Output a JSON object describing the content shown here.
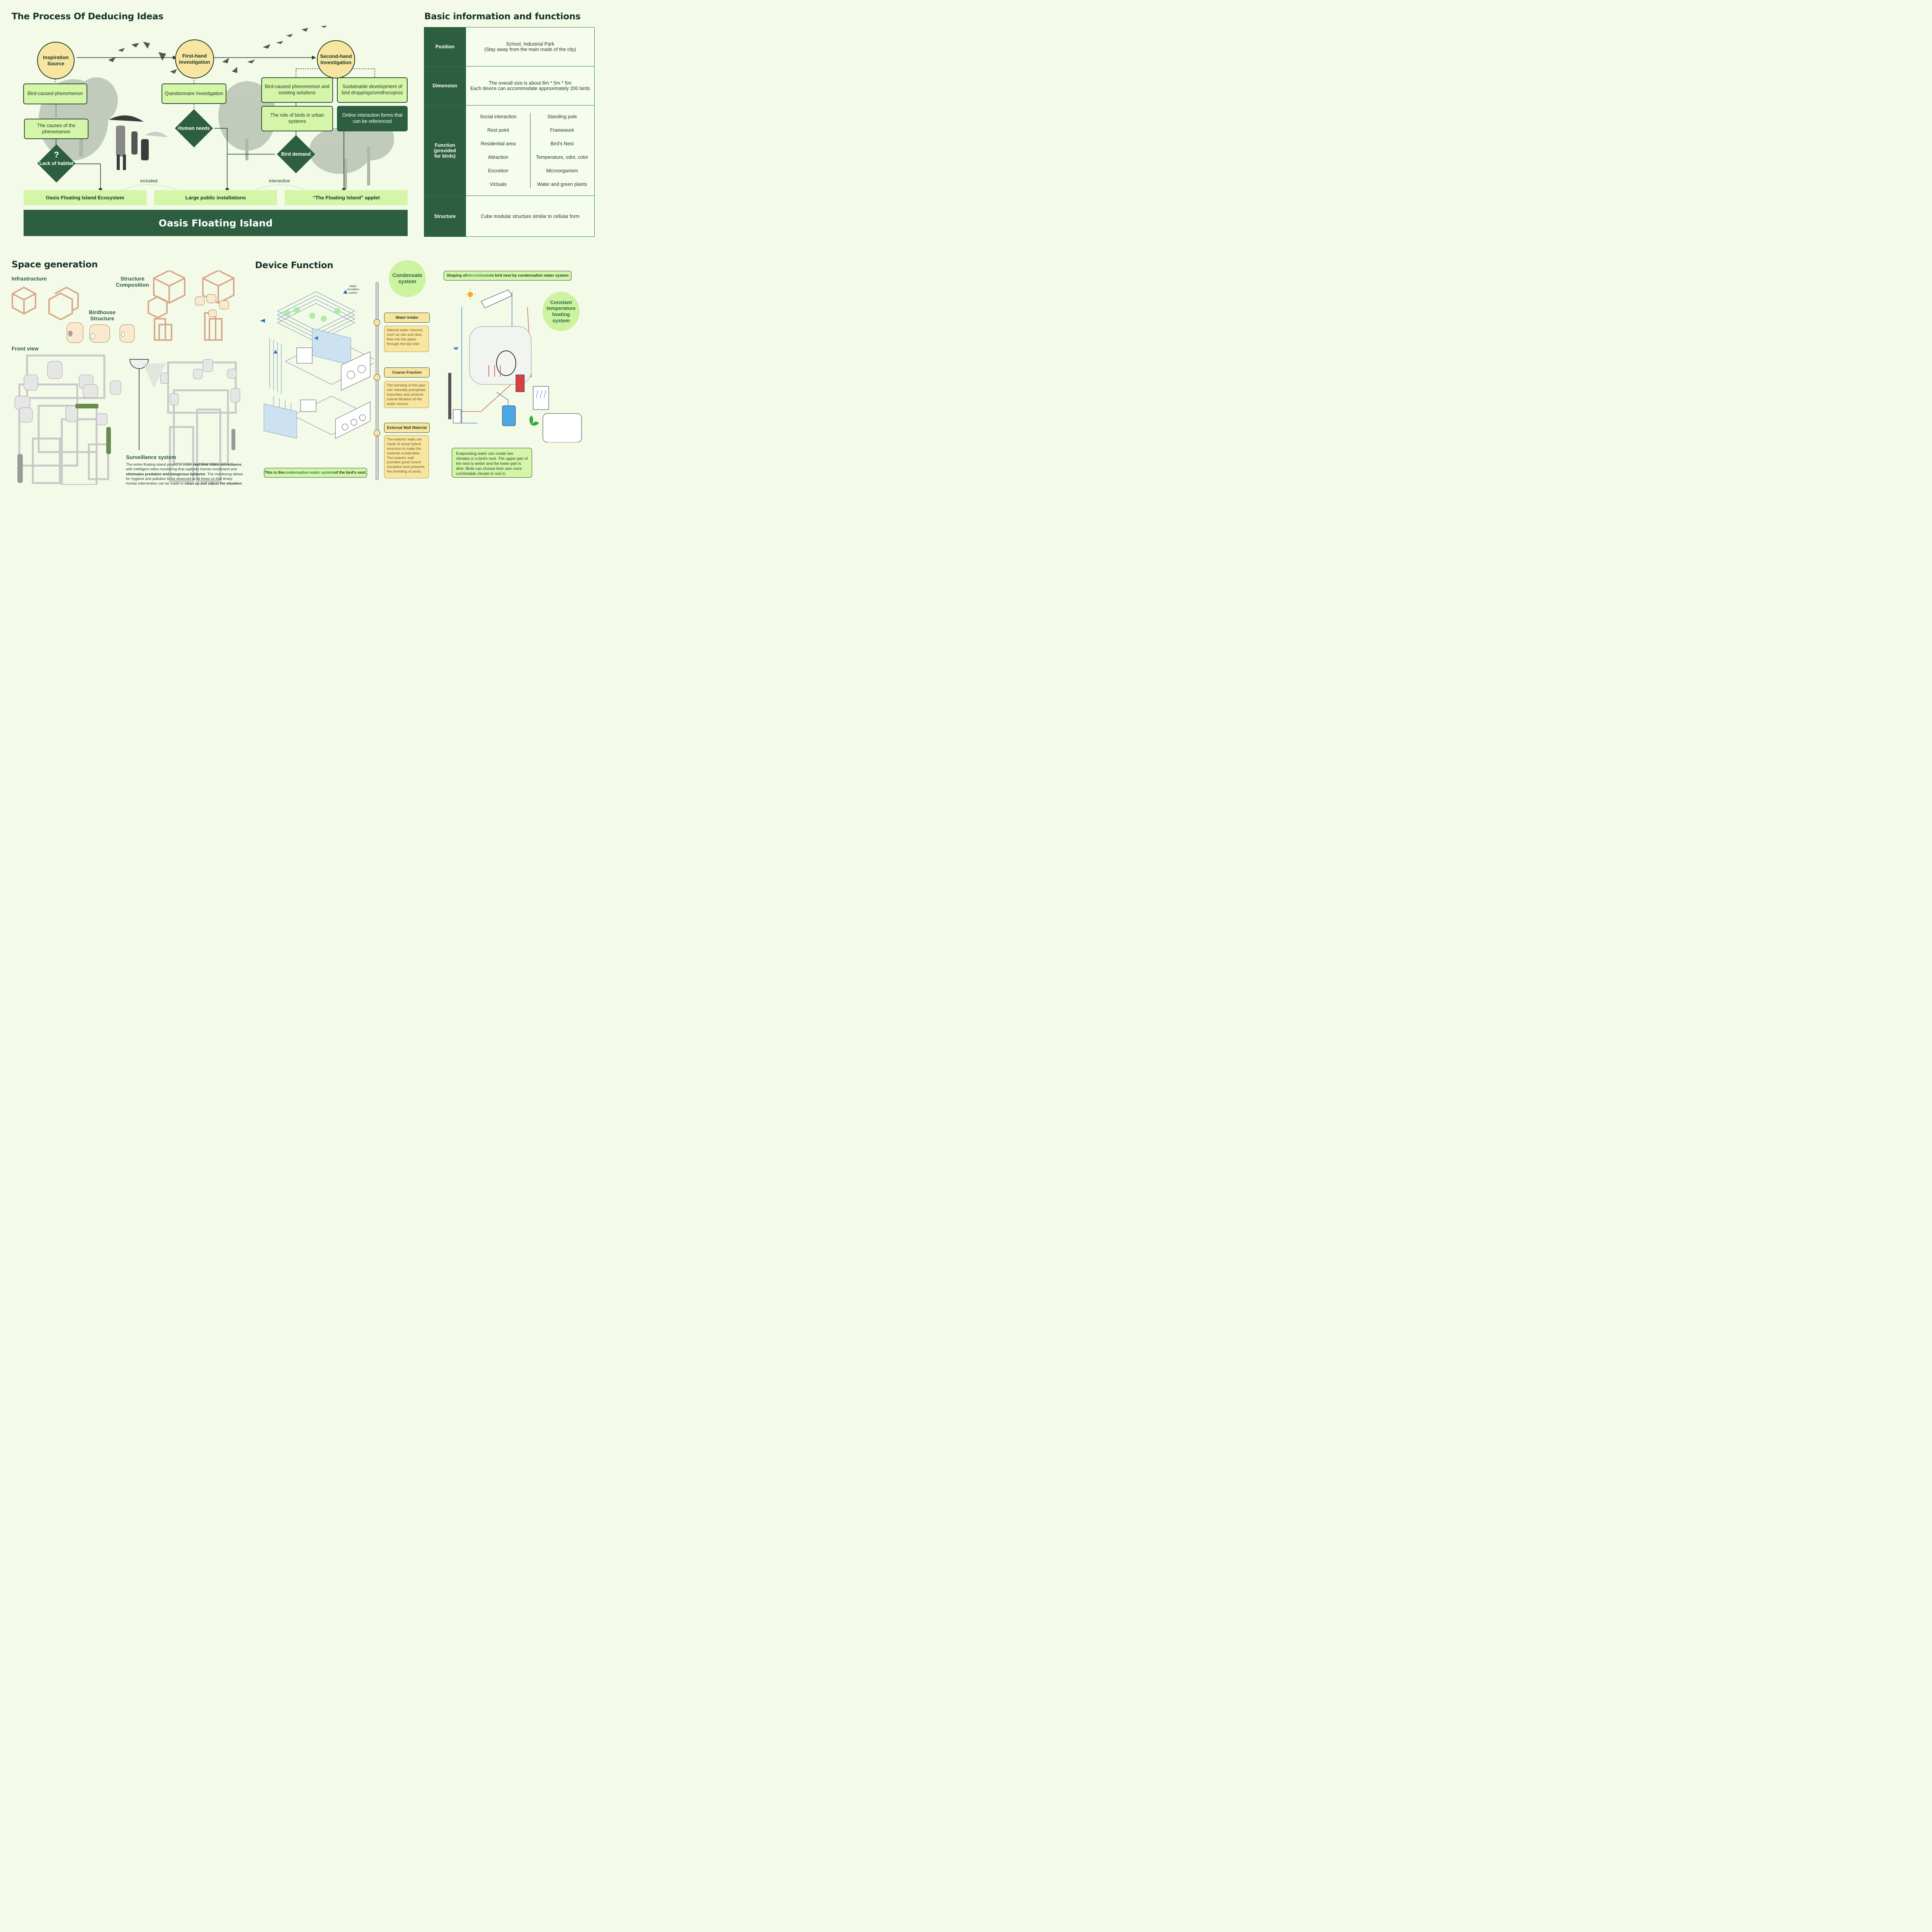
{
  "process": {
    "title": "The Process Of Deducing Ideas",
    "nodes": {
      "inspiration": "Inspiration Source",
      "first_hand": "First-hand Investigation",
      "second_hand": "Second-hand Investigation"
    },
    "boxes": {
      "bird_caused": "Bird-caused phenomenon",
      "causes": "The causes of the phenomenon",
      "questionnaire": "Questionnaire Investigation",
      "bird_existing": "Bird-caused phenomenon and existing solutions",
      "sustainable": "Sustainable development of bird droppings/ornithocopros",
      "role_of_birds": "The role of birds in urban systems",
      "online_forms": "Online interaction forms that can be referenced"
    },
    "diamonds": {
      "lack_mark": "?",
      "lack": "Lack of habitat",
      "human_needs": "Human needs",
      "bird_demand": "Bird demand"
    },
    "connectors": {
      "included": "included",
      "interactive": "interactive"
    },
    "outputs": [
      "Oasis Floating Island Ecosystem",
      "Large public installations",
      "“The Floating Island” applet"
    ],
    "banner": "Oasis Floating Island"
  },
  "basic_info": {
    "title": "Basic information and functions",
    "position_label": "Position",
    "position_value": [
      "School, Industrial Park",
      "(Stay away from the main roads of the city)"
    ],
    "dimension_label": "Dimension",
    "dimension_value": [
      "The overall size is about 8m * 5m * 5m",
      "Each device can accommodate approximately 200 birds"
    ],
    "function_label": [
      "Function",
      "(provided",
      "for birds)"
    ],
    "function_left": [
      "Social interaction",
      "Rest point",
      "Residential area",
      "Attraction",
      "Excretion",
      "Victuals"
    ],
    "function_right": [
      "Standing pole",
      "Framework",
      "Bird's Nest",
      "Temperature, odor, color",
      "Microorganism",
      "Water and green plants"
    ],
    "structure_label": "Structure",
    "structure_value": "Cube modular structure similar to cellular form"
  },
  "space": {
    "title": "Space generation",
    "infrastructure": "Infrastructure",
    "structure_composition": [
      "Structure",
      "Composition"
    ],
    "birdhouse_structure": [
      "Birdhouse",
      "Structure"
    ],
    "front_view": "Front view",
    "surveillance_title": "Surveillance system",
    "surveillance_parts": [
      "The entire floating island project is under ",
      "real-time video surveillance",
      ", with intelligent video monitoring that captures human movement and ",
      "eliminates predation and dangerous behavior",
      ". The monitoring allows for hygiene and pollution to be observed at all times so that timely human intervention can be made to ",
      "clean up and adjust the situation",
      "."
    ]
  },
  "device": {
    "title": "Device Function",
    "condensate": [
      "Condensate",
      "system"
    ],
    "water_circulation": [
      "Water",
      "circulation",
      "system"
    ],
    "water_intake": "Water Intake",
    "water_intake_text": "Natural water sources, such as rain and dew, flow into the pipes through the top inlet.",
    "coarse_fraction": "Coarse Fraction",
    "coarse_fraction_text": "The bending of the pipe can naturally precipitate impurities and achieve coarse filtration of the water source.",
    "external_wall": "External Wall Material",
    "external_wall_text": "The exterior walls are made of wood hybrid structure to make the material sustainable. The exterior wall provides good sound insulation and prevents the breeding of pests.",
    "note_parts": [
      "This is the ",
      "condensation water system",
      " of the bird's nest."
    ],
    "microclimate_parts": [
      "Shaping of ",
      "microclimate",
      " in bird nest by condensation water system"
    ],
    "heating": [
      "Constant",
      "temperature",
      "heating",
      "system"
    ],
    "evaporating_text": "Evaporating water can create two climates in a bird's nest. The upper part of the nest is wetter and the lower part is drier. Birds can choose their own more comfortable climate to rest in."
  },
  "colors": {
    "background": "#f3fbe8",
    "dark_green": "#2d5e40",
    "light_green": "#d5f5a8",
    "yellow": "#f8e6a0",
    "wood": "#d9a98a"
  }
}
